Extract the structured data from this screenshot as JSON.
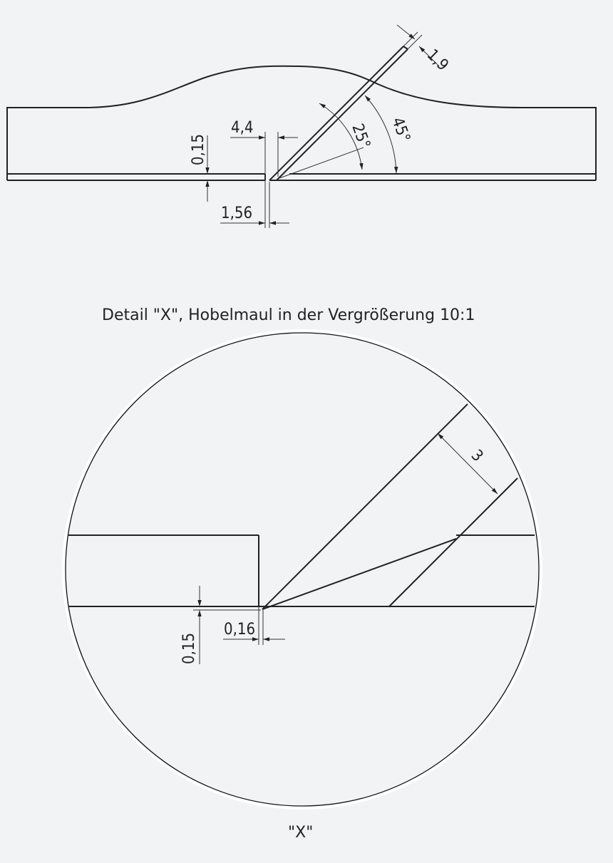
{
  "top_view": {
    "dims": {
      "sole_thickness": "0,15",
      "mouth_width": "4,4",
      "gap": "1,56",
      "blade_thickness": "1,9",
      "bevel_angle": "25°",
      "bed_angle": "45°"
    }
  },
  "detail": {
    "title": "Detail \"X\", Hobelmaul in der Vergrößerung 10:1",
    "label": "\"X\"",
    "dims": {
      "blade_thickness": "3",
      "sole_thickness": "0,15",
      "gap": "0,16"
    }
  },
  "colors": {
    "background": "#f1f3f5",
    "line": "#222222",
    "halo": "#ffffff"
  }
}
